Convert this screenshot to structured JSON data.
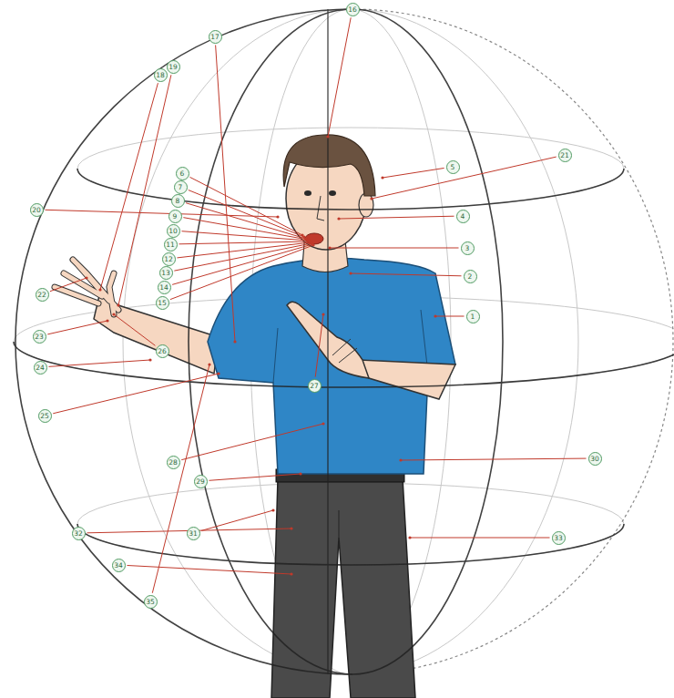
{
  "diagram": {
    "labels": [
      "1",
      "2",
      "3",
      "4",
      "5",
      "6",
      "7",
      "8",
      "9",
      "10",
      "11",
      "12",
      "13",
      "14",
      "15",
      "16",
      "17",
      "18",
      "19",
      "20",
      "21",
      "22",
      "23",
      "24",
      "25",
      "26",
      "27",
      "28",
      "29",
      "30",
      "31",
      "32",
      "33",
      "34",
      "35"
    ]
  }
}
